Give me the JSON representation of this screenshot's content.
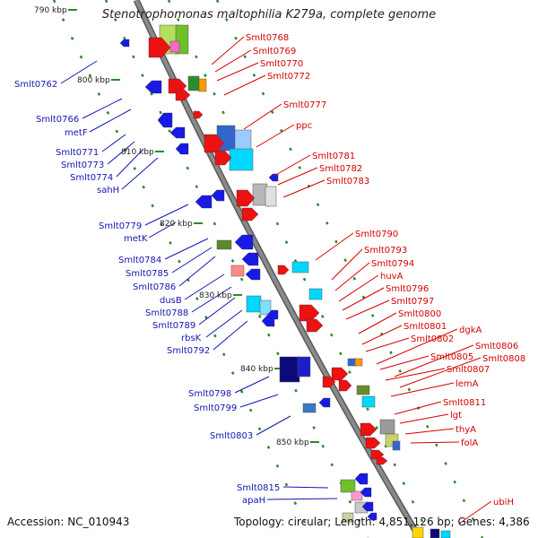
{
  "title": "Stenotrophomonas maltophilia K279a, complete genome",
  "accession": "Accession: NC_010943",
  "topology": "Topology: circular; Length: 4,851,126 bp; Genes: 4,386",
  "colors": {
    "backbone": "#8a8a8a",
    "reverse_label": "#1414b4",
    "forward_label": "#d40000",
    "tick_label": "#222222",
    "tick_green": "#2a8a2a"
  },
  "ticks": [
    {
      "label": "790 kbp"
    },
    {
      "label": "800 kbp"
    },
    {
      "label": "810 kbp"
    },
    {
      "label": "820 kbp"
    },
    {
      "label": "830 kbp"
    },
    {
      "label": "840 kbp"
    },
    {
      "label": "850 kbp"
    }
  ],
  "reverse_genes": [
    {
      "label": "Smlt0762"
    },
    {
      "label": "Smlt0766"
    },
    {
      "label": "metF"
    },
    {
      "label": "Smlt0771"
    },
    {
      "label": "Smlt0773"
    },
    {
      "label": "Smlt0774"
    },
    {
      "label": "sahH"
    },
    {
      "label": "Smlt0779"
    },
    {
      "label": "metK"
    },
    {
      "label": "Smlt0784"
    },
    {
      "label": "Smlt0785"
    },
    {
      "label": "Smlt0786"
    },
    {
      "label": "dusB"
    },
    {
      "label": "Smlt0788"
    },
    {
      "label": "Smlt0789"
    },
    {
      "label": "rbsK"
    },
    {
      "label": "Smlt0792"
    },
    {
      "label": "Smlt0798"
    },
    {
      "label": "Smlt0799"
    },
    {
      "label": "Smlt0803"
    },
    {
      "label": "Smlt0815"
    },
    {
      "label": "apaH"
    }
  ],
  "forward_genes": [
    {
      "label": "Smlt0768"
    },
    {
      "label": "Smlt0769"
    },
    {
      "label": "Smlt0770"
    },
    {
      "label": "Smlt0772"
    },
    {
      "label": "Smlt0777"
    },
    {
      "label": "ppc"
    },
    {
      "label": "Smlt0781"
    },
    {
      "label": "Smlt0782"
    },
    {
      "label": "Smlt0783"
    },
    {
      "label": "Smlt0790"
    },
    {
      "label": "Smlt0793"
    },
    {
      "label": "Smlt0794"
    },
    {
      "label": "huvA"
    },
    {
      "label": "Smlt0796"
    },
    {
      "label": "Smlt0797"
    },
    {
      "label": "Smlt0800"
    },
    {
      "label": "Smlt0801"
    },
    {
      "label": "dgkA"
    },
    {
      "label": "Smlt0802"
    },
    {
      "label": "Smlt0806"
    },
    {
      "label": "Smlt0805"
    },
    {
      "label": "Smlt0808"
    },
    {
      "label": "Smlt0807"
    },
    {
      "label": "lemA"
    },
    {
      "label": "Smlt0811"
    },
    {
      "label": "lgt"
    },
    {
      "label": "thyA"
    },
    {
      "label": "folA"
    },
    {
      "label": "ubiH"
    }
  ]
}
